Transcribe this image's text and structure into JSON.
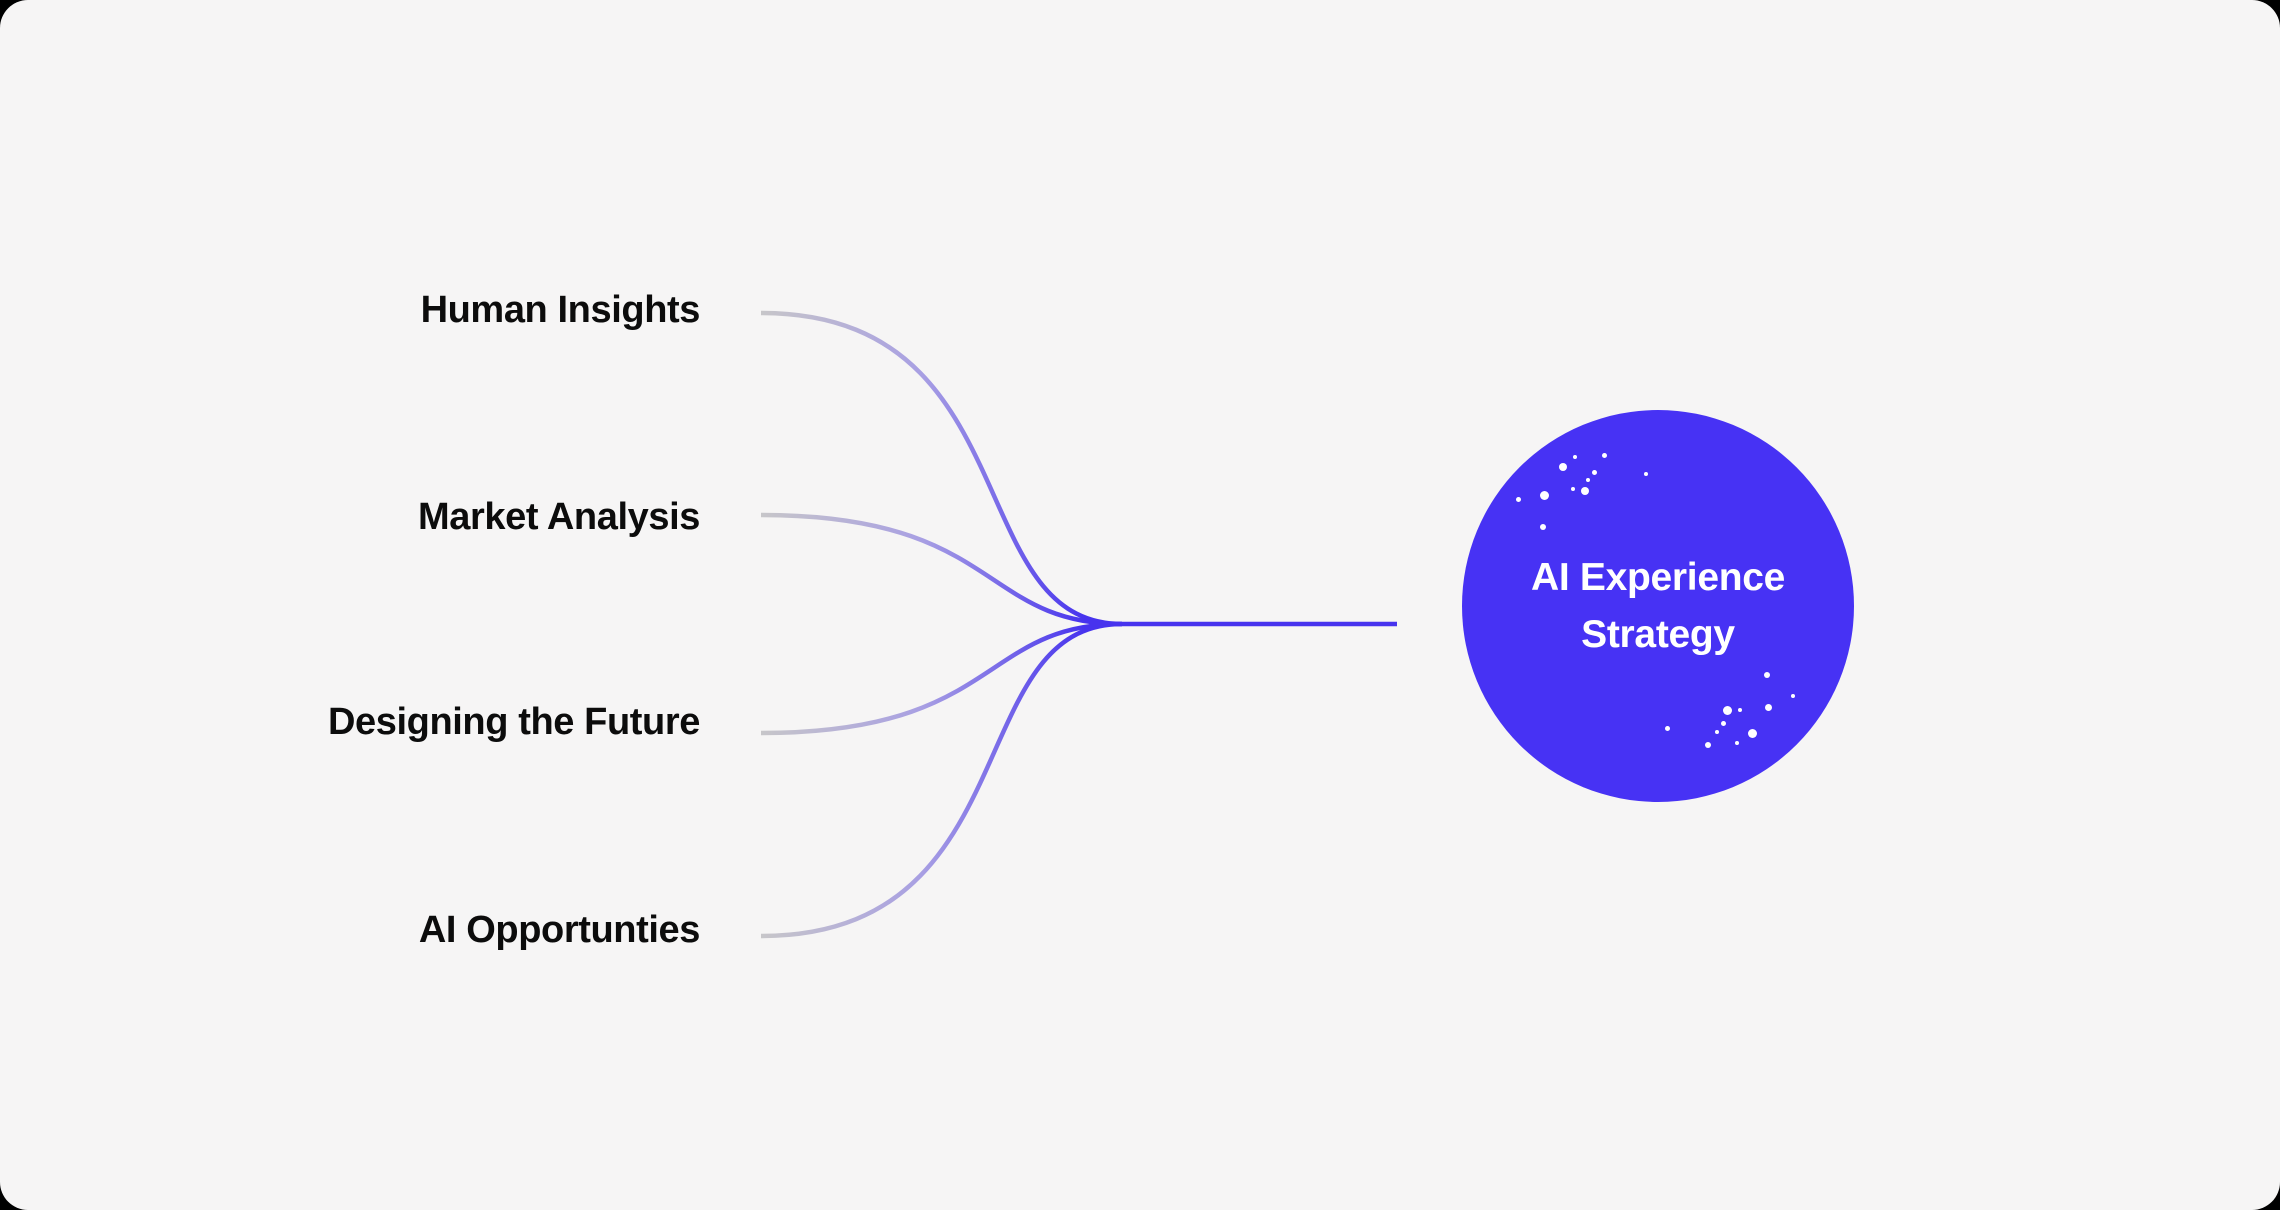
{
  "colors": {
    "background": "#f6f5f5",
    "accent": "#4732f4",
    "line_strong": "#4733ee",
    "line_mid": "#a89fe3",
    "line_gray": "#c7c6c9",
    "label_text": "#0c0c0c",
    "node_text": "#ffffff"
  },
  "diagram": {
    "type": "mindmap",
    "center": {
      "label": "AI Experience Strategy"
    },
    "branches": [
      {
        "label": "Human Insights"
      },
      {
        "label": "Market Analysis"
      },
      {
        "label": "Designing the Future"
      },
      {
        "label": "AI Opportunties"
      }
    ],
    "sparkles": [
      [
        113,
        47,
        2
      ],
      [
        101,
        57,
        4
      ],
      [
        142,
        45,
        2.5
      ],
      [
        132,
        62,
        2.5
      ],
      [
        126,
        70,
        2
      ],
      [
        184,
        64,
        2
      ],
      [
        111,
        79,
        2
      ],
      [
        123,
        81,
        4
      ],
      [
        82,
        85,
        4.5
      ],
      [
        56,
        89,
        2.5
      ],
      [
        81,
        117,
        3
      ],
      [
        305,
        265,
        3
      ],
      [
        331,
        286,
        2
      ],
      [
        306,
        297,
        3.5
      ],
      [
        265,
        300,
        4.5
      ],
      [
        278,
        300,
        2
      ],
      [
        261,
        313,
        2.5
      ],
      [
        255,
        322,
        2
      ],
      [
        290,
        323,
        4.5
      ],
      [
        205,
        318,
        2.5
      ],
      [
        275,
        333,
        2
      ],
      [
        246,
        335,
        3
      ]
    ]
  }
}
